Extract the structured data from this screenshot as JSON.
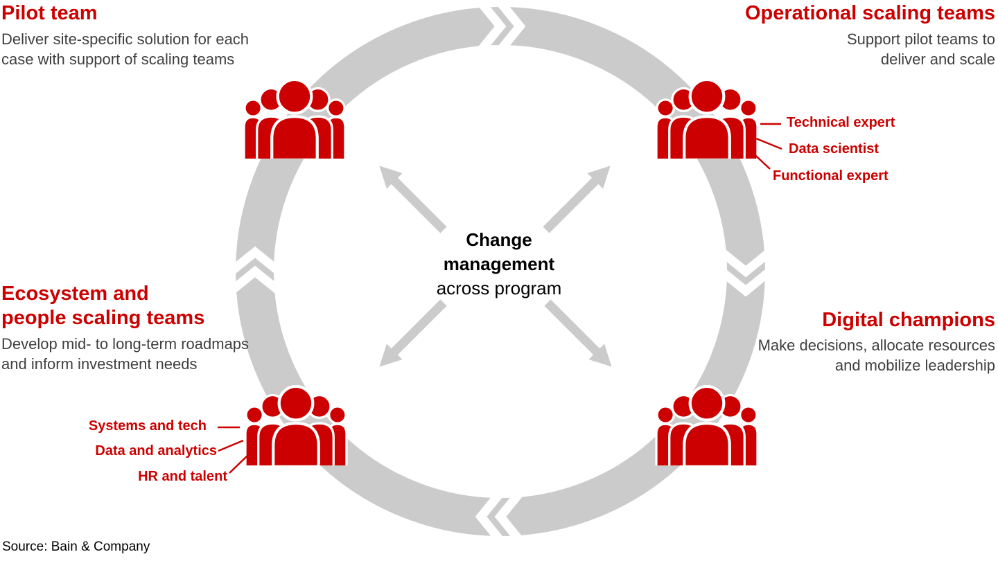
{
  "colors": {
    "red": "#CC0000",
    "ring_gray": "#CBCBCB",
    "desc_gray": "#3F3F3F"
  },
  "center": {
    "line1": "Change",
    "line2": "management",
    "line3": "across program"
  },
  "pilot": {
    "title": "Pilot team",
    "desc1": "Deliver site-specific solution for each",
    "desc2": "case with support of scaling teams"
  },
  "operational": {
    "title": "Operational scaling teams",
    "desc1": "Support pilot teams to",
    "desc2": "deliver and scale",
    "roles": [
      "Technical expert",
      "Data scientist",
      "Functional expert"
    ]
  },
  "ecosystem": {
    "title1": "Ecosystem and",
    "title2": "people scaling teams",
    "desc1": "Develop mid- to long-term roadmaps",
    "desc2": "and inform investment needs",
    "roles": [
      "Systems and tech",
      "Data and analytics",
      "HR and talent"
    ]
  },
  "digital": {
    "title": "Digital champions",
    "desc1": "Make decisions, allocate resources",
    "desc2": "and mobilize leadership"
  },
  "source": "Source: Bain & Company"
}
